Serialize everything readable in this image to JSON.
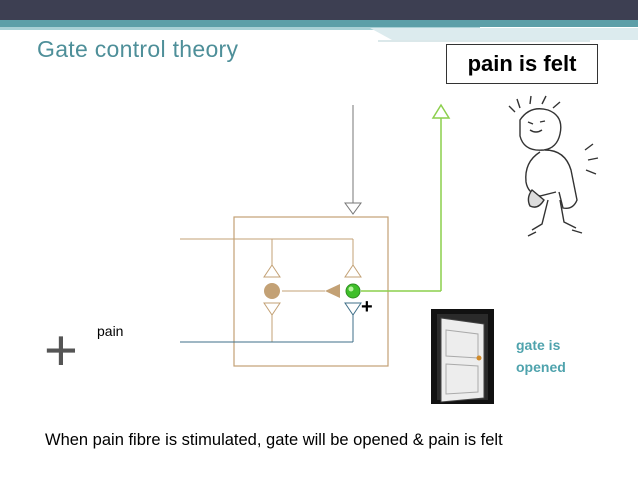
{
  "slide": {
    "title": "Gate control theory",
    "badge": "pain is felt",
    "pain_label": "pain",
    "plus_big": "+",
    "plus_small": "+",
    "gate_label_line1": "gate is",
    "gate_label_line2": "opened",
    "caption": "When pain fibre is stimulated, gate will be opened & pain is felt"
  },
  "colors": {
    "accent_teal": "#4e8f99",
    "header_dark": "#3d3f52",
    "header_teal": "#5d9fa8",
    "tan_fiber": "#c3a175",
    "blue_fiber": "#3f6f88",
    "green_signal": "#8ccf4c",
    "gate_text": "#4fa3ad"
  }
}
